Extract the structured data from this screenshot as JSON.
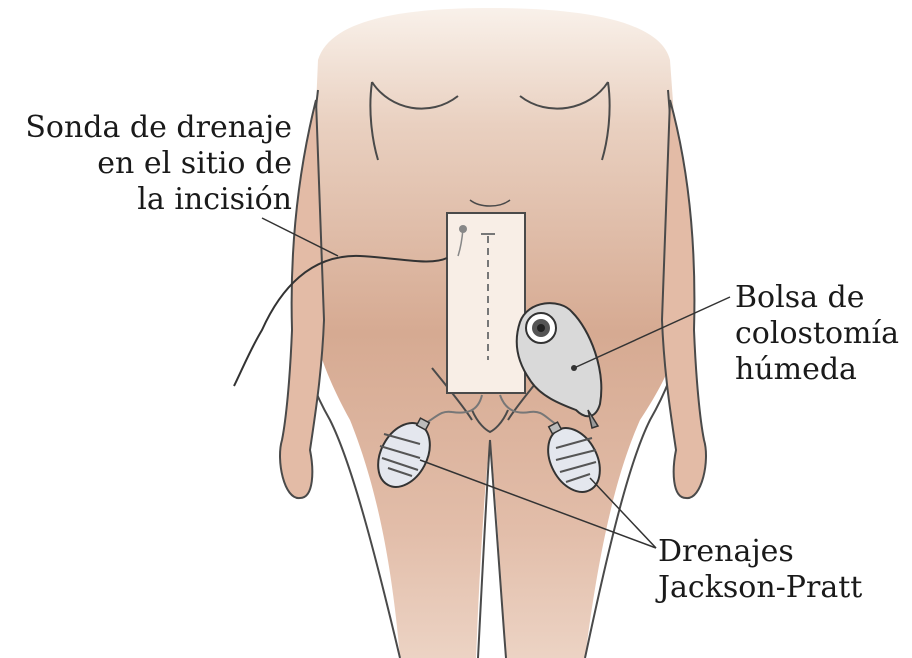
{
  "labels": {
    "drain_tube": [
      "Sonda de drenaje",
      "en el sitio de",
      "la incisión"
    ],
    "colostomy_bag": [
      "Bolsa de",
      "colostomía",
      "húmeda"
    ],
    "jp_drains": [
      "Drenajes",
      "Jackson-Pratt"
    ]
  },
  "colors": {
    "skin_top": "#f7ede5",
    "skin_mid": "#d8ad96",
    "skin_low": "#e6c6b4",
    "outline": "#4a4a4a",
    "dressing": "#f8eee6",
    "bag": "#d9d9d9",
    "bulb": "#e4e7ee"
  }
}
